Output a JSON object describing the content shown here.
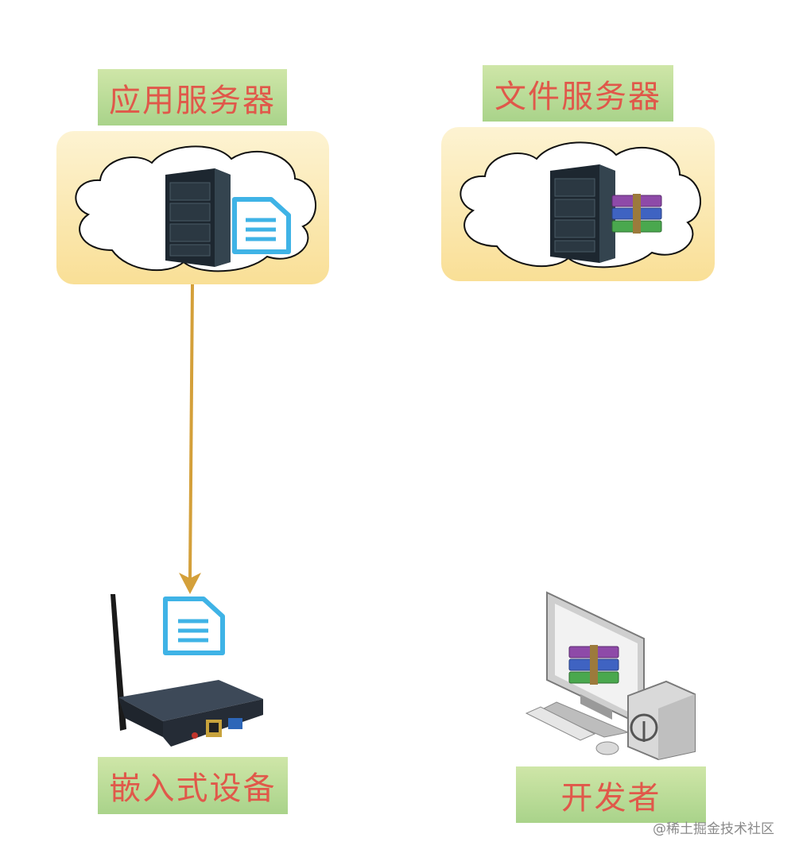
{
  "nodes": {
    "app_server": {
      "label": "应用服务器"
    },
    "file_server": {
      "label": "文件服务器"
    },
    "embedded_device": {
      "label": "嵌入式设备"
    },
    "developer": {
      "label": "开发者"
    }
  },
  "connectors": [
    {
      "from": "app_server",
      "to": "embedded_device",
      "color": "#d4a03a"
    }
  ],
  "watermark": "@稀土掘金技术社区",
  "colors": {
    "label_text": "#e0584a",
    "label_bg": "#b5d99a",
    "panel_bg": "#fae6a8",
    "arrow": "#d4a03a",
    "doc_icon": "#3fb3e6"
  },
  "icons": [
    "server-rack-icon",
    "document-icon",
    "archive-icon",
    "wireless-router-icon",
    "desktop-computer-icon"
  ]
}
